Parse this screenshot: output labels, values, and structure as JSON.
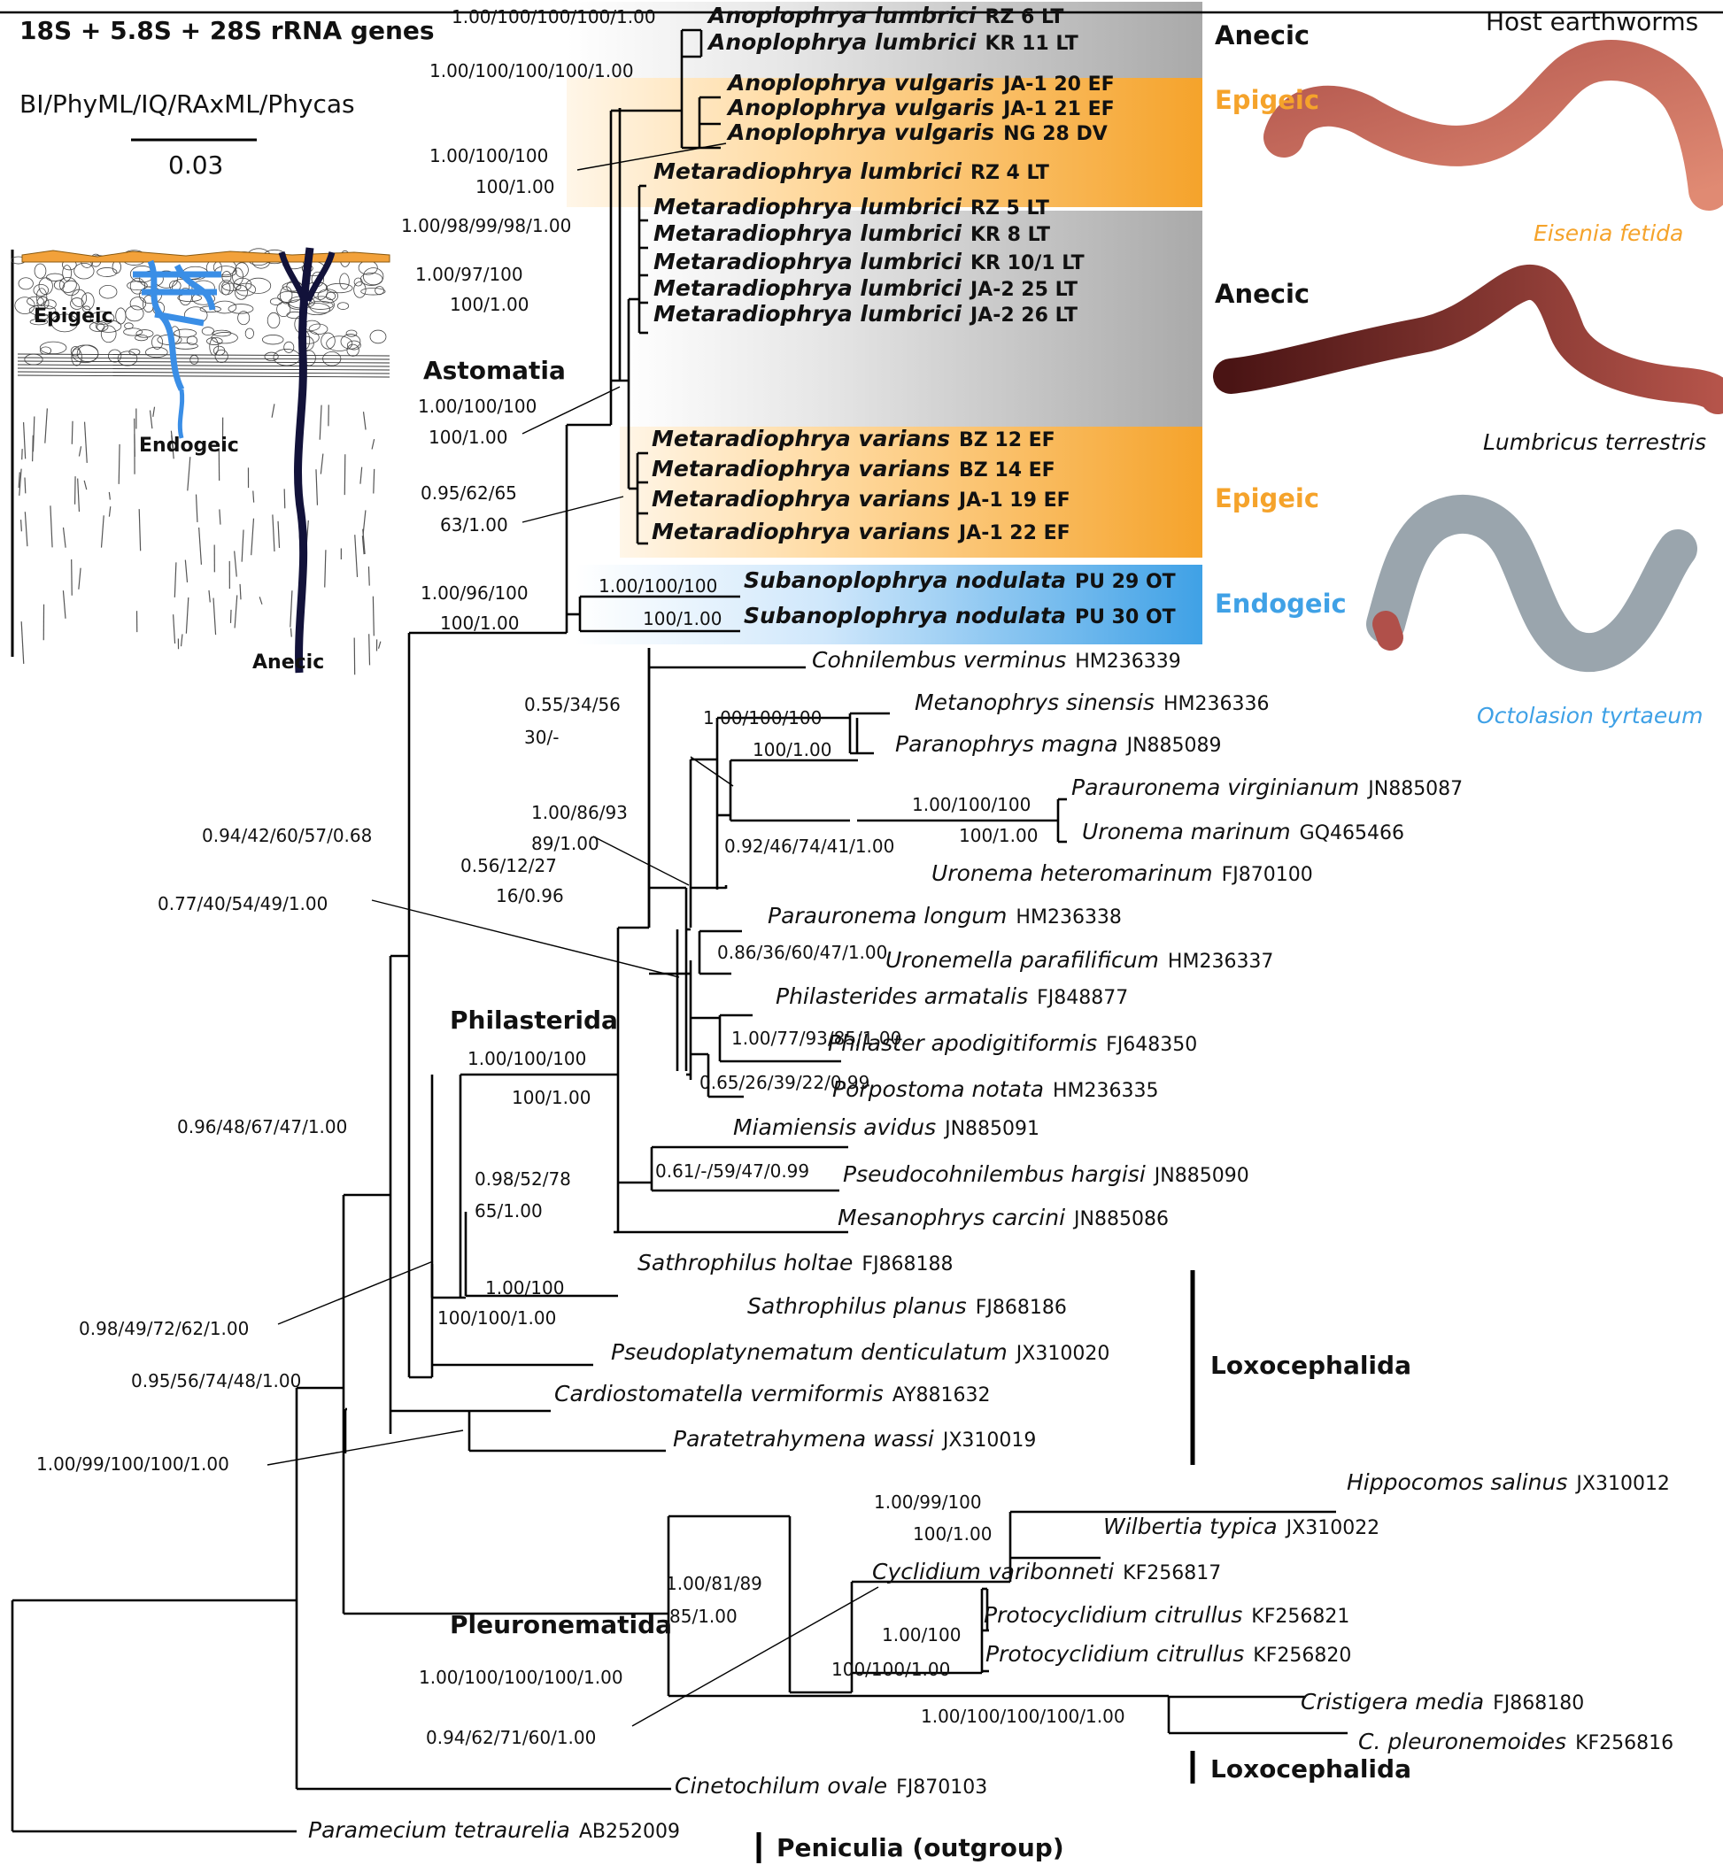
{
  "figure": {
    "marker": "18S + 5.8S + 28S rRNA genes",
    "methods": "BI/PhyML/IQ/RAxML/Phycas",
    "scale_bar": "0.03",
    "host_header": "Host earthworms"
  },
  "inset": {
    "labels": [
      "Epigeic",
      "Endogeic",
      "Anecic"
    ]
  },
  "ecology_labels": [
    {
      "text": "Anecic",
      "color": "#111111"
    },
    {
      "text": "Epigeic",
      "color": "#f5a32b"
    },
    {
      "text": "Anecic",
      "color": "#111111"
    },
    {
      "text": "Epigeic",
      "color": "#f5a32b"
    },
    {
      "text": "Endogeic",
      "color": "#3fa1e6"
    }
  ],
  "worms": [
    {
      "name": "Eisenia fetida",
      "color": "#f5a32b"
    },
    {
      "name": "Lumbricus terrestris",
      "color": "#111111"
    },
    {
      "name": "Octolasion tyrtaeum",
      "color": "#3fa1e6"
    }
  ],
  "clade_labels": [
    "Astomatia",
    "Philasterida",
    "Loxocephalida",
    "Pleuronematida",
    "Loxocephalida",
    "Peniculia (outgroup)"
  ],
  "taxa": [
    {
      "name": "Anoplophrya lumbrici",
      "code": "RZ 6 LT",
      "bold": true
    },
    {
      "name": "Anoplophrya lumbrici",
      "code": "KR 11 LT",
      "bold": true
    },
    {
      "name": "Anoplophrya vulgaris",
      "code": "JA-1 20 EF",
      "bold": true
    },
    {
      "name": "Anoplophrya vulgaris",
      "code": "JA-1 21 EF",
      "bold": true
    },
    {
      "name": "Anoplophrya vulgaris",
      "code": "NG 28 DV",
      "bold": true
    },
    {
      "name": "Metaradiophrya lumbrici",
      "code": "RZ 4 LT",
      "bold": true
    },
    {
      "name": "Metaradiophrya lumbrici",
      "code": "RZ 5 LT",
      "bold": true
    },
    {
      "name": "Metaradiophrya lumbrici",
      "code": "KR 8 LT",
      "bold": true
    },
    {
      "name": "Metaradiophrya lumbrici",
      "code": "KR 10/1 LT",
      "bold": true
    },
    {
      "name": "Metaradiophrya lumbrici",
      "code": "JA-2 25 LT",
      "bold": true
    },
    {
      "name": "Metaradiophrya lumbrici",
      "code": "JA-2 26 LT",
      "bold": true
    },
    {
      "name": "Metaradiophrya varians",
      "code": "BZ 12 EF",
      "bold": true
    },
    {
      "name": "Metaradiophrya varians",
      "code": "BZ 14 EF",
      "bold": true
    },
    {
      "name": "Metaradiophrya varians",
      "code": "JA-1 19 EF",
      "bold": true
    },
    {
      "name": "Metaradiophrya varians",
      "code": "JA-1 22 EF",
      "bold": true
    },
    {
      "name": "Subanoplophrya nodulata",
      "code": "PU 29 OT",
      "bold": true
    },
    {
      "name": "Subanoplophrya nodulata",
      "code": "PU 30 OT",
      "bold": true
    },
    {
      "name": "Cohnilembus verminus",
      "code": "HM236339",
      "bold": false
    },
    {
      "name": "Metanophrys sinensis",
      "code": "HM236336",
      "bold": false
    },
    {
      "name": "Paranophrys magna",
      "code": "JN885089",
      "bold": false
    },
    {
      "name": "Parauronema virginianum",
      "code": "JN885087",
      "bold": false
    },
    {
      "name": "Uronema marinum",
      "code": "GQ465466",
      "bold": false
    },
    {
      "name": "Uronema heteromarinum",
      "code": "FJ870100",
      "bold": false
    },
    {
      "name": "Parauronema longum",
      "code": "HM236338",
      "bold": false
    },
    {
      "name": "Uronemella parafilificum",
      "code": "HM236337",
      "bold": false
    },
    {
      "name": "Philasterides armatalis",
      "code": "FJ848877",
      "bold": false
    },
    {
      "name": "Philaster apodigitiformis",
      "code": "FJ648350",
      "bold": false
    },
    {
      "name": "Porpostoma notata",
      "code": "HM236335",
      "bold": false
    },
    {
      "name": "Miamiensis avidus",
      "code": "JN885091",
      "bold": false
    },
    {
      "name": "Pseudocohnilembus hargisi",
      "code": "JN885090",
      "bold": false
    },
    {
      "name": "Mesanophrys carcini",
      "code": "JN885086",
      "bold": false
    },
    {
      "name": "Sathrophilus holtae",
      "code": "FJ868188",
      "bold": false
    },
    {
      "name": "Sathrophilus planus",
      "code": "FJ868186",
      "bold": false
    },
    {
      "name": "Pseudoplatynematum denticulatum",
      "code": "JX310020",
      "bold": false
    },
    {
      "name": "Cardiostomatella vermiformis",
      "code": "AY881632",
      "bold": false
    },
    {
      "name": "Paratetrahymena wassi",
      "code": "JX310019",
      "bold": false
    },
    {
      "name": "Hippocomos salinus",
      "code": "JX310012",
      "bold": false
    },
    {
      "name": "Wilbertia typica",
      "code": "JX310022",
      "bold": false
    },
    {
      "name": "Cyclidium varibonneti",
      "code": "KF256817",
      "bold": false
    },
    {
      "name": "Protocyclidium citrullus",
      "code": "KF256821",
      "bold": false
    },
    {
      "name": "Protocyclidium citrullus",
      "code": "KF256820",
      "bold": false
    },
    {
      "name": "Cristigera media",
      "code": "FJ868180",
      "bold": false
    },
    {
      "name": "C. pleuronemoides",
      "code": "KF256816",
      "bold": false
    },
    {
      "name": "Cinetochilum ovale",
      "code": "FJ870103",
      "bold": false
    },
    {
      "name": "Paramecium tetraurelia",
      "code": "AB252009",
      "bold": false
    }
  ],
  "supports": [
    "1.00/100/100/100/1.00",
    "1.00/100/100/100/1.00",
    "1.00/100/100",
    "100/1.00",
    "1.00/98/99/98/1.00",
    "1.00/97/100",
    "100/1.00",
    "1.00/100/100",
    "100/1.00",
    "0.95/62/65",
    "63/1.00",
    "1.00/96/100",
    "100/1.00",
    "1.00/100/100",
    "100/1.00",
    "0.55/34/56",
    "30/-",
    "1.00/100/100",
    "100/1.00",
    "1.00/100/100",
    "100/1.00",
    "1.00/86/93",
    "89/1.00",
    "0.92/46/74/41/1.00",
    "0.56/12/27",
    "16/0.96",
    "0.94/42/60/57/0.68",
    "0.77/40/54/49/1.00",
    "0.86/36/60/47/1.00",
    "1.00/77/93/85/1.00",
    "0.65/26/39/22/0.99",
    "1.00/100/100",
    "100/1.00",
    "0.61/-/59/47/0.99",
    "0.98/52/78",
    "65/1.00",
    "0.96/48/67/47/1.00",
    "1.00/100",
    "100/100/1.00",
    "0.98/49/72/62/1.00",
    "0.95/56/74/48/1.00",
    "1.00/99/100/100/1.00",
    "1.00/99/100",
    "100/1.00",
    "1.00/81/89",
    "85/1.00",
    "1.00/100",
    "100/100/1.00",
    "1.00/100/100/100/1.00",
    "0.94/62/71/60/1.00",
    "1.00/100/100/100/1.00"
  ]
}
